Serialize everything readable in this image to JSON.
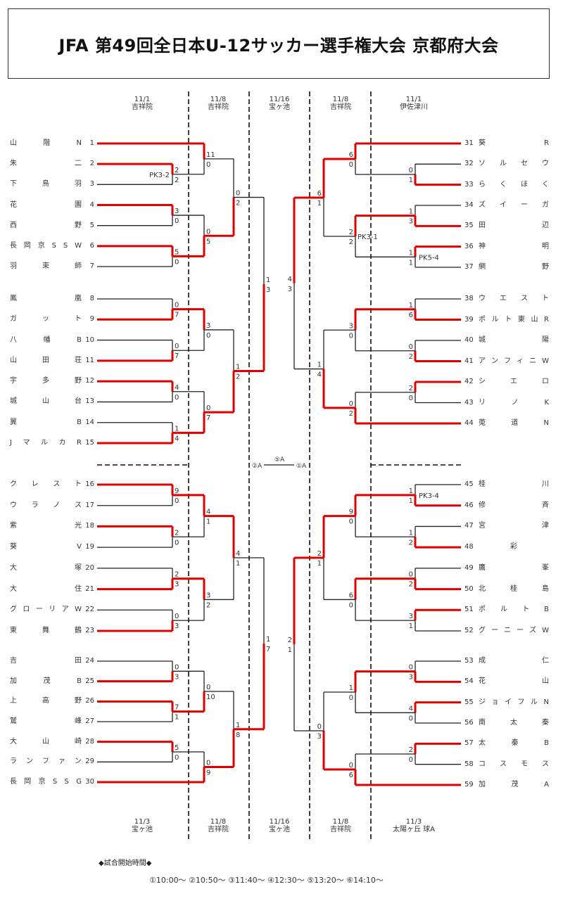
{
  "title": "JFA 第49回全日本U-12サッカー選手権大会 京都府大会",
  "top_headers": [
    {
      "date": "11/1",
      "venue": "吉祥院"
    },
    {
      "date": "11/8",
      "venue": "吉祥院"
    },
    {
      "date": "11/16",
      "venue": "宝ヶ池"
    },
    {
      "date": "11/8",
      "venue": "吉祥院"
    },
    {
      "date": "11/1",
      "venue": "伊佐津川"
    }
  ],
  "bottom_headers": [
    {
      "date": "11/3",
      "venue": "宝ヶ池"
    },
    {
      "date": "11/8",
      "venue": "吉祥院"
    },
    {
      "date": "11/16",
      "venue": "宝ヶ池"
    },
    {
      "date": "11/8",
      "venue": "吉祥院"
    },
    {
      "date": "11/3",
      "venue": "太陽ヶ丘 球A"
    }
  ],
  "teams_left": [
    {
      "no": "1",
      "name": [
        "山",
        "階",
        "N"
      ]
    },
    {
      "no": "2",
      "name": [
        "朱",
        "",
        "二"
      ]
    },
    {
      "no": "3",
      "name": [
        "下",
        "鳥",
        "羽"
      ]
    },
    {
      "no": "4",
      "name": [
        "花",
        "",
        "園"
      ]
    },
    {
      "no": "5",
      "name": [
        "西",
        "",
        "野"
      ]
    },
    {
      "no": "6",
      "name": [
        "長",
        "岡",
        "京",
        "S",
        "S",
        "W"
      ]
    },
    {
      "no": "7",
      "name": [
        "羽",
        "束",
        "師"
      ]
    },
    {
      "no": "8",
      "name": [
        "鳳",
        "",
        "凰"
      ]
    },
    {
      "no": "9",
      "name": [
        "ガ",
        "ッ",
        "ト"
      ]
    },
    {
      "no": "10",
      "name": [
        "八",
        "幡",
        "B"
      ]
    },
    {
      "no": "11",
      "name": [
        "山",
        "田",
        "荘"
      ]
    },
    {
      "no": "12",
      "name": [
        "宇",
        "多",
        "野"
      ]
    },
    {
      "no": "13",
      "name": [
        "城",
        "山",
        "台"
      ]
    },
    {
      "no": "14",
      "name": [
        "翼",
        "",
        "B"
      ]
    },
    {
      "no": "15",
      "name": [
        "J",
        "マ",
        "ル",
        "カ",
        "R"
      ]
    },
    {
      "no": "16",
      "name": [
        "ク",
        "レ",
        "ス",
        "ト"
      ]
    },
    {
      "no": "17",
      "name": [
        "ウ",
        "ラ",
        "ノ",
        "ス"
      ]
    },
    {
      "no": "18",
      "name": [
        "紫",
        "",
        "光"
      ]
    },
    {
      "no": "19",
      "name": [
        "葵",
        "",
        "V"
      ]
    },
    {
      "no": "20",
      "name": [
        "大",
        "",
        "塚"
      ]
    },
    {
      "no": "21",
      "name": [
        "大",
        "",
        "住"
      ]
    },
    {
      "no": "22",
      "name": [
        "グ",
        "ロ",
        "ー",
        "リ",
        "ア",
        "W"
      ]
    },
    {
      "no": "23",
      "name": [
        "東",
        "舞",
        "鶴"
      ]
    },
    {
      "no": "24",
      "name": [
        "吉",
        "",
        "田"
      ]
    },
    {
      "no": "25",
      "name": [
        "加",
        "茂",
        "B"
      ]
    },
    {
      "no": "26",
      "name": [
        "上",
        "高",
        "野"
      ]
    },
    {
      "no": "27",
      "name": [
        "鷲",
        "",
        "峰"
      ]
    },
    {
      "no": "28",
      "name": [
        "大",
        "山",
        "崎"
      ]
    },
    {
      "no": "29",
      "name": [
        "ラ",
        "ン",
        "フ",
        "ァ",
        "ン"
      ]
    },
    {
      "no": "30",
      "name": [
        "長",
        "岡",
        "京",
        "S",
        "S",
        "G"
      ]
    }
  ],
  "teams_right": [
    {
      "no": "31",
      "name": [
        "葵",
        "",
        "R"
      ]
    },
    {
      "no": "32",
      "name": [
        "ソ",
        "ル",
        "セ",
        "ウ"
      ]
    },
    {
      "no": "33",
      "name": [
        "ら",
        "く",
        "ほ",
        "く"
      ]
    },
    {
      "no": "34",
      "name": [
        "ズ",
        "イ",
        "ー",
        "ガ"
      ]
    },
    {
      "no": "35",
      "name": [
        "田",
        "",
        "辺"
      ]
    },
    {
      "no": "36",
      "name": [
        "神",
        "",
        "明"
      ]
    },
    {
      "no": "37",
      "name": [
        "網",
        "",
        "野"
      ]
    },
    {
      "no": "38",
      "name": [
        "ウ",
        "エ",
        "ス",
        "ト"
      ]
    },
    {
      "no": "39",
      "name": [
        "ポ",
        "ル",
        "ト",
        "東",
        "山",
        "R"
      ]
    },
    {
      "no": "40",
      "name": [
        "城",
        "",
        "陽"
      ]
    },
    {
      "no": "41",
      "name": [
        "ア",
        "ン",
        "フ",
        "ィ",
        "ニ",
        "W"
      ]
    },
    {
      "no": "42",
      "name": [
        "シ",
        "エ",
        "ロ"
      ]
    },
    {
      "no": "43",
      "name": [
        "リ",
        "ノ",
        "K"
      ]
    },
    {
      "no": "44",
      "name": [
        "莵",
        "道",
        "N"
      ]
    },
    {
      "no": "45",
      "name": [
        "桂",
        "",
        "川"
      ]
    },
    {
      "no": "46",
      "name": [
        "修",
        "",
        "斉"
      ]
    },
    {
      "no": "47",
      "name": [
        "宮",
        "",
        "津"
      ]
    },
    {
      "no": "48",
      "name": [
        "",
        "彩",
        ""
      ]
    },
    {
      "no": "49",
      "name": [
        "鷹",
        "",
        "峯"
      ]
    },
    {
      "no": "50",
      "name": [
        "北",
        "桂",
        "島"
      ]
    },
    {
      "no": "51",
      "name": [
        "ポ",
        "ル",
        "ト",
        "B"
      ]
    },
    {
      "no": "52",
      "name": [
        "グ",
        "ー",
        "ニ",
        "ー",
        "ズ",
        "W"
      ]
    },
    {
      "no": "53",
      "name": [
        "成",
        "",
        "仁"
      ]
    },
    {
      "no": "54",
      "name": [
        "花",
        "",
        "山"
      ]
    },
    {
      "no": "55",
      "name": [
        "ジ",
        "ョ",
        "イ",
        "フ",
        "ル",
        "N"
      ]
    },
    {
      "no": "56",
      "name": [
        "南",
        "太",
        "秦"
      ]
    },
    {
      "no": "57",
      "name": [
        "太",
        "秦",
        "B"
      ]
    },
    {
      "no": "58",
      "name": [
        "コ",
        "ス",
        "モ",
        "ス"
      ]
    },
    {
      "no": "59",
      "name": [
        "加",
        "茂",
        "A"
      ]
    }
  ],
  "matches_left": {
    "r1": [
      {
        "a": "2",
        "b": "3",
        "sa": "2",
        "sb": "2",
        "pk": "PK3-2",
        "winner": "a"
      },
      {
        "a": "4",
        "b": "5",
        "sa": "3",
        "sb": "0",
        "winner": "a"
      },
      {
        "a": "6",
        "b": "7",
        "sa": "5",
        "sb": "0",
        "winner": "a"
      },
      {
        "a": "8",
        "b": "9",
        "sa": "0",
        "sb": "7",
        "winner": "b"
      },
      {
        "a": "10",
        "b": "11",
        "sa": "0",
        "sb": "7",
        "winner": "b"
      },
      {
        "a": "12",
        "b": "13",
        "sa": "4",
        "sb": "0",
        "winner": "a"
      },
      {
        "a": "14",
        "b": "15",
        "sa": "1",
        "sb": "4",
        "winner": "b"
      },
      {
        "a": "16",
        "b": "17",
        "sa": "9",
        "sb": "0",
        "winner": "a"
      },
      {
        "a": "18",
        "b": "19",
        "sa": "2",
        "sb": "0",
        "winner": "a"
      },
      {
        "a": "20",
        "b": "21",
        "sa": "2",
        "sb": "3",
        "winner": "b"
      },
      {
        "a": "22",
        "b": "23",
        "sa": "0",
        "sb": "3",
        "winner": "b"
      },
      {
        "a": "24",
        "b": "25",
        "sa": "0",
        "sb": "3",
        "winner": "b"
      },
      {
        "a": "26",
        "b": "27",
        "sa": "7",
        "sb": "1",
        "winner": "a"
      },
      {
        "a": "28",
        "b": "29",
        "sa": "5",
        "sb": "0",
        "winner": "a"
      }
    ],
    "r2": [
      {
        "sa": "11",
        "sb": "0",
        "winner": "a"
      },
      {
        "sa": "0",
        "sb": "5",
        "winner": "b"
      },
      {
        "sa": "3",
        "sb": "0",
        "winner": "a"
      },
      {
        "sa": "0",
        "sb": "7",
        "winner": "b"
      },
      {
        "sa": "4",
        "sb": "1",
        "winner": "a"
      },
      {
        "sa": "3",
        "sb": "2",
        "winner": "a"
      },
      {
        "sa": "0",
        "sb": "10",
        "winner": "b"
      },
      {
        "sa": "0",
        "sb": "9",
        "winner": "b"
      }
    ],
    "r3": [
      {
        "sa": "0",
        "sb": "2",
        "winner": "b"
      },
      {
        "sa": "1",
        "sb": "2",
        "winner": "b"
      },
      {
        "sa": "4",
        "sb": "1",
        "winner": "a"
      },
      {
        "sa": "1",
        "sb": "8",
        "winner": "b"
      }
    ],
    "r4": [
      {
        "sa": "1",
        "sb": "3",
        "winner": "b"
      },
      {
        "sa": "1",
        "sb": "7",
        "winner": "b"
      }
    ]
  },
  "matches_right": {
    "r1": [
      {
        "a": "32",
        "b": "33",
        "sa": "0",
        "sb": "1",
        "winner": "b"
      },
      {
        "a": "34",
        "b": "35",
        "sa": "1",
        "sb": "3",
        "winner": "b"
      },
      {
        "a": "36",
        "b": "37",
        "sa": "1",
        "sb": "1",
        "pk": "PK5-4",
        "winner": "a"
      },
      {
        "a": "38",
        "b": "39",
        "sa": "1",
        "sb": "6",
        "winner": "b"
      },
      {
        "a": "40",
        "b": "41",
        "sa": "0",
        "sb": "2",
        "winner": "b"
      },
      {
        "a": "42",
        "b": "43",
        "sa": "2",
        "sb": "0",
        "winner": "a"
      },
      {
        "a": "45",
        "b": "46",
        "sa": "1",
        "sb": "1",
        "pk": "PK3-4",
        "winner": "b"
      },
      {
        "a": "47",
        "b": "48",
        "sa": "1",
        "sb": "2",
        "winner": "b"
      },
      {
        "a": "49",
        "b": "50",
        "sa": "0",
        "sb": "2",
        "winner": "b"
      },
      {
        "a": "51",
        "b": "52",
        "sa": "3",
        "sb": "1",
        "winner": "a"
      },
      {
        "a": "53",
        "b": "54",
        "sa": "0",
        "sb": "3",
        "winner": "b"
      },
      {
        "a": "55",
        "b": "56",
        "sa": "4",
        "sb": "0",
        "winner": "a"
      },
      {
        "a": "57",
        "b": "58",
        "sa": "2",
        "sb": "0",
        "winner": "a"
      }
    ],
    "r2": [
      {
        "sa": "6",
        "sb": "0",
        "winner": "a"
      },
      {
        "sa": "2",
        "sb": "2",
        "pk": "PK3-1",
        "winner": "a"
      },
      {
        "sa": "3",
        "sb": "0",
        "winner": "a"
      },
      {
        "sa": "0",
        "sb": "2",
        "winner": "b"
      },
      {
        "sa": "9",
        "sb": "0",
        "winner": "a"
      },
      {
        "sa": "6",
        "sb": "0",
        "winner": "a"
      },
      {
        "sa": "1",
        "sb": "0",
        "winner": "a"
      },
      {
        "sa": "0",
        "sb": "6",
        "winner": "b"
      }
    ],
    "r3": [
      {
        "sa": "6",
        "sb": "1",
        "winner": "a"
      },
      {
        "sa": "1",
        "sb": "4",
        "winner": "b"
      },
      {
        "sa": "2",
        "sb": "1",
        "winner": "a"
      },
      {
        "sa": "0",
        "sb": "3",
        "winner": "b"
      }
    ],
    "r4": [
      {
        "sa": "4",
        "sb": "3",
        "winner": "a"
      },
      {
        "sa": "2",
        "sb": "1",
        "winner": "a"
      }
    ]
  },
  "final_labels": {
    "left": "②A",
    "center": "⑤A",
    "right": "①A"
  },
  "schedule": {
    "title": "◆試合開始時間◆",
    "times": "①10:00～ ②10:50～ ③11:40～ ④12:30～ ⑤13:20～ ⑥14:10～"
  },
  "colors": {
    "winner_line": "#e00000",
    "line": "#222222",
    "divider": "#111111"
  }
}
